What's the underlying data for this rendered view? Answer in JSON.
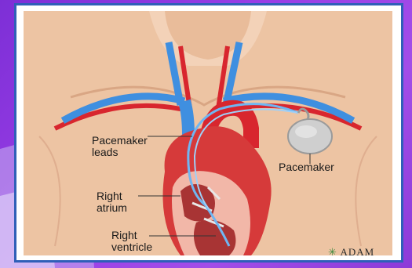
{
  "labels": {
    "pacemaker_leads_line1": "Pacemaker",
    "pacemaker_leads_line2": "leads",
    "pacemaker": "Pacemaker",
    "right_atrium_line1": "Right",
    "right_atrium_line2": "atrium",
    "right_ventricle_line1": "Right",
    "right_ventricle_line2": "ventricle"
  },
  "logo": {
    "text": "ADAM"
  },
  "colors": {
    "background": "#8c3ad8",
    "frame": "#2f5fb8",
    "skin": "#f0c6a6",
    "vein": "#3f8fe0",
    "artery": "#d8262e",
    "heart_muscle": "#f2b7a8",
    "device": "#cfcfcf"
  }
}
